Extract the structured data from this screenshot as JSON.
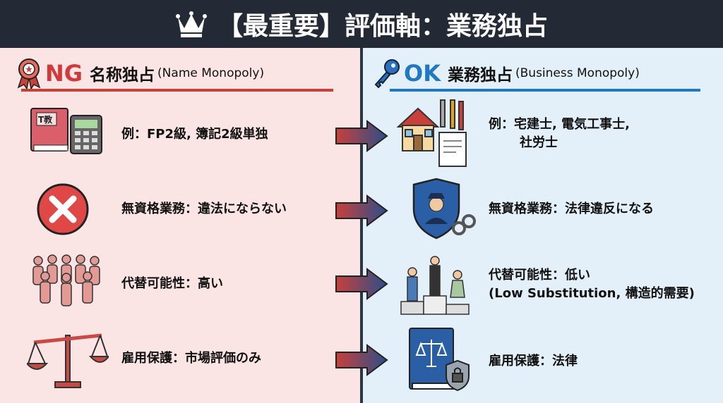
{
  "title": "【最重要】評価軸：業務独占",
  "left": {
    "badge": "NG",
    "heading": "名称独占",
    "heading_en": "(Name Monopoly)",
    "rows": [
      "例：FP2級, 簿記2級単独",
      "無資格業務：違法にならない",
      "代替可能性：高い",
      "雇用保護：市場評価のみ"
    ],
    "book_label": "T教"
  },
  "right": {
    "badge": "OK",
    "heading": "業務独占",
    "heading_en": "(Business Monopoly)",
    "rows": [
      "例：宅建士, 電気工事士,",
      "無資格業務：法律違反になる",
      "代替可能性：低い",
      "雇用保護：法律"
    ],
    "row1_line2": "社労士",
    "row3_line2": "(Low Substitution, 構造的需要)"
  },
  "colors": {
    "header": "#232a35",
    "ng": "#d13a3a",
    "ok": "#1f78c1",
    "left_bg": "#fbe4e4",
    "right_bg": "#e4f0f9"
  }
}
